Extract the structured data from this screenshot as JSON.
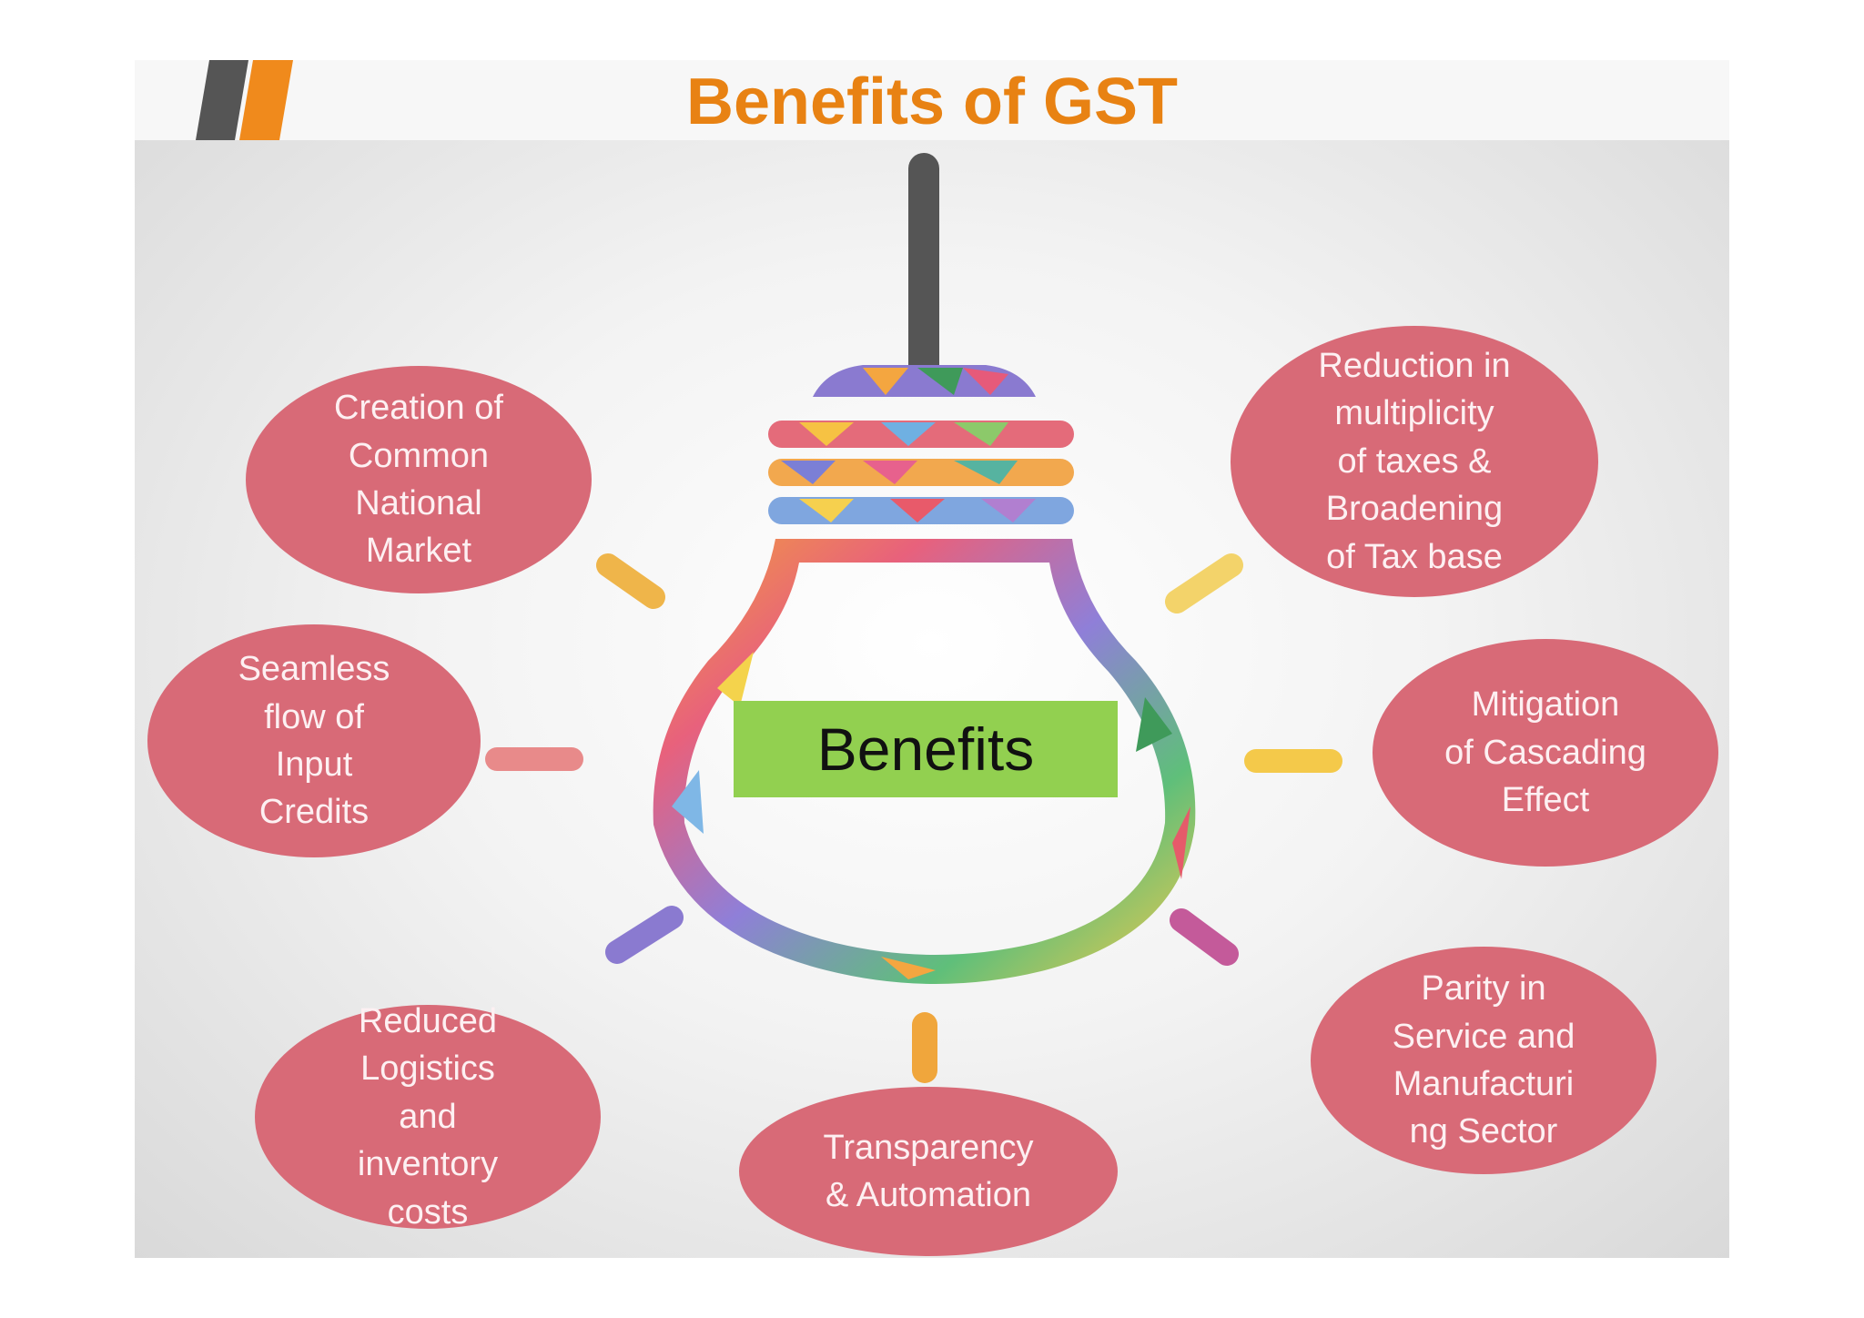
{
  "title": "Benefits of GST",
  "center_label": "Benefits",
  "benefits": [
    "Creation of\nCommon\nNational\nMarket",
    "Seamless\nflow of\nInput\nCredits",
    "Reduced\nLogistics\nand\ninventory\ncosts",
    "Transparency\n& Automation",
    "Parity in\nService and\nManufacturi\nng  Sector",
    "Mitigation\nof Cascading\nEffect",
    "Reduction in\nmultiplicity\nof taxes &\nBroadening\nof Tax base"
  ],
  "colors": {
    "title": "#e88213",
    "bubble": "#d86a77",
    "center_box": "#92d050",
    "header_stripe_gray": "#555555",
    "header_stripe_orange": "#f08a1c"
  }
}
